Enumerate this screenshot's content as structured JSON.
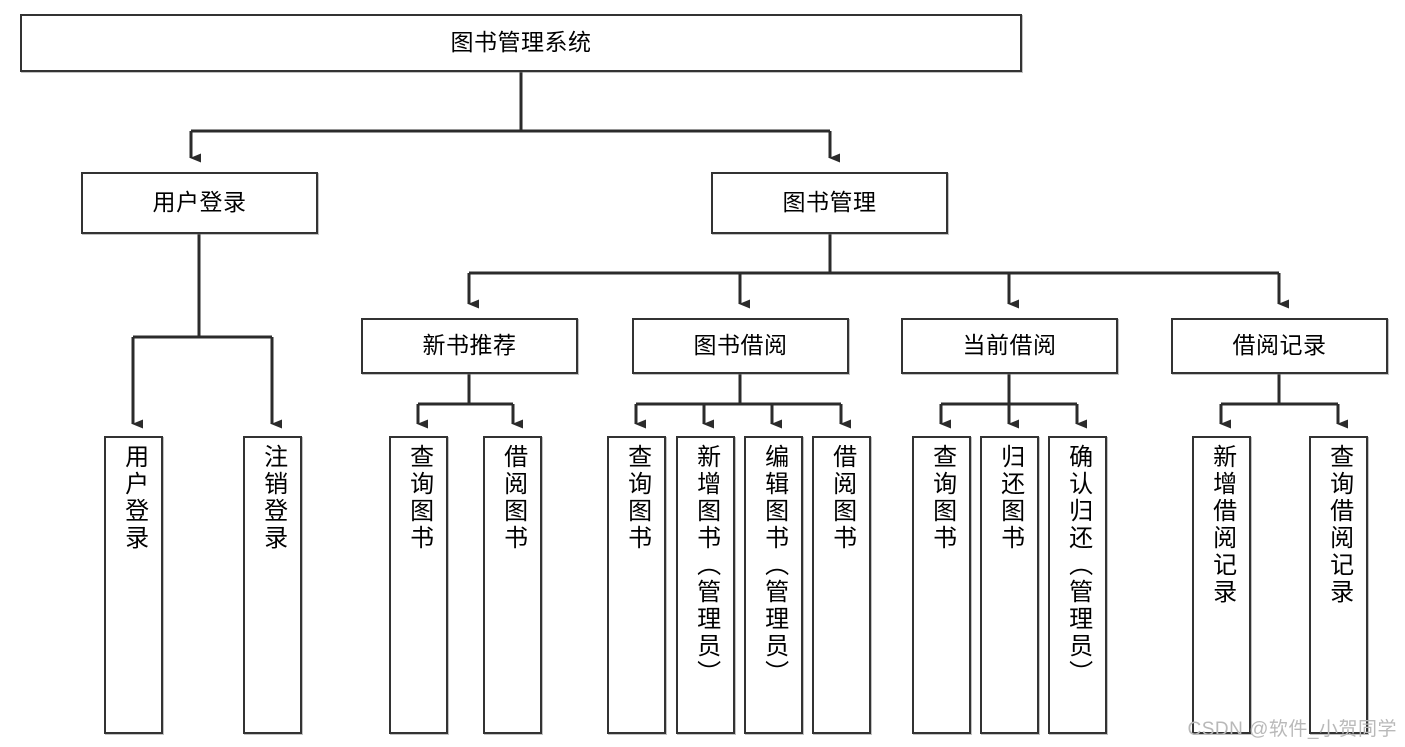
{
  "diagram": {
    "type": "tree",
    "title": "图书管理系统",
    "root": {
      "label": "图书管理系统"
    },
    "level2": [
      {
        "label": "用户登录"
      },
      {
        "label": "图书管理"
      }
    ],
    "level3": [
      {
        "label": "新书推荐"
      },
      {
        "label": "图书借阅"
      },
      {
        "label": "当前借阅"
      },
      {
        "label": "借阅记录"
      }
    ],
    "leaves": {
      "user_login": [
        {
          "label": "用户登录"
        },
        {
          "label": "注销登录"
        }
      ],
      "new_book_recommend": [
        {
          "label": "查询图书"
        },
        {
          "label": "借阅图书"
        }
      ],
      "book_borrow": [
        {
          "label": "查询图书"
        },
        {
          "label": "新增图书（管理员）"
        },
        {
          "label": "编辑图书（管理员）"
        },
        {
          "label": "借阅图书"
        }
      ],
      "current_borrow": [
        {
          "label": "查询图书"
        },
        {
          "label": "归还图书"
        },
        {
          "label": "确认归还（管理员）"
        }
      ],
      "borrow_record": [
        {
          "label": "新增借阅记录"
        },
        {
          "label": "查询借阅记录"
        }
      ]
    },
    "colors": {
      "stroke": "#333333",
      "fill": "#ffffff",
      "text": "#000000",
      "watermark": "#b9b9b9"
    }
  },
  "watermark": {
    "text": "CSDN @软件_小贺同学"
  }
}
